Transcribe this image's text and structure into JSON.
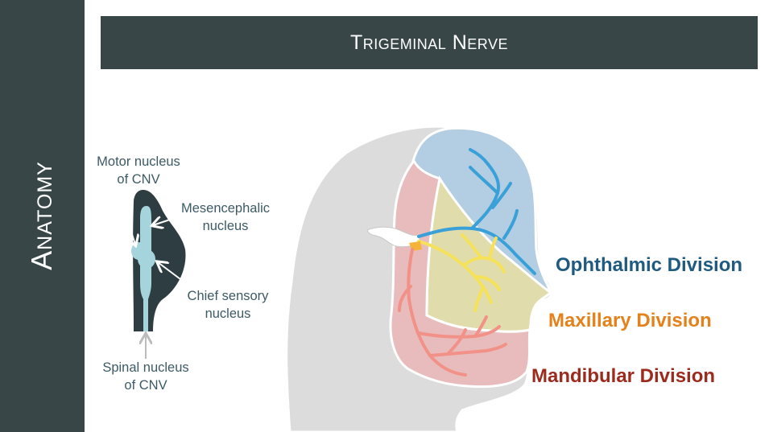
{
  "sidebar": {
    "label": "Anatomy",
    "background": "#394647"
  },
  "header": {
    "title": "Trigeminal Nerve",
    "background": "#394647"
  },
  "brainstem": {
    "labels": {
      "motor_line1": "Motor nucleus",
      "motor_line2": "of CNV",
      "mes_line1": "Mesencephalic",
      "mes_line2": "nucleus",
      "chief_line1": "Chief sensory",
      "chief_line2": "nucleus",
      "spinal_line1": "Spinal nucleus",
      "spinal_line2": "of CNV"
    },
    "colors": {
      "stem": "#2e3d42",
      "nucleus": "#a6d4dc"
    }
  },
  "divisions": [
    {
      "key": "ophthalmic",
      "label": "Ophthalmic Division",
      "color": "#1f5a80",
      "region": "#b3cde3",
      "nerve": "#3aa0d8"
    },
    {
      "key": "maxillary",
      "label": "Maxillary Division",
      "color": "#e4811b",
      "region": "#e0dcab",
      "nerve": "#f5e25a"
    },
    {
      "key": "mandibular",
      "label": "Mandibular Division",
      "color": "#9c2b1d",
      "region": "#e8bcbc",
      "nerve": "#f29188"
    }
  ],
  "head": {
    "color": "#dcdcdc"
  }
}
